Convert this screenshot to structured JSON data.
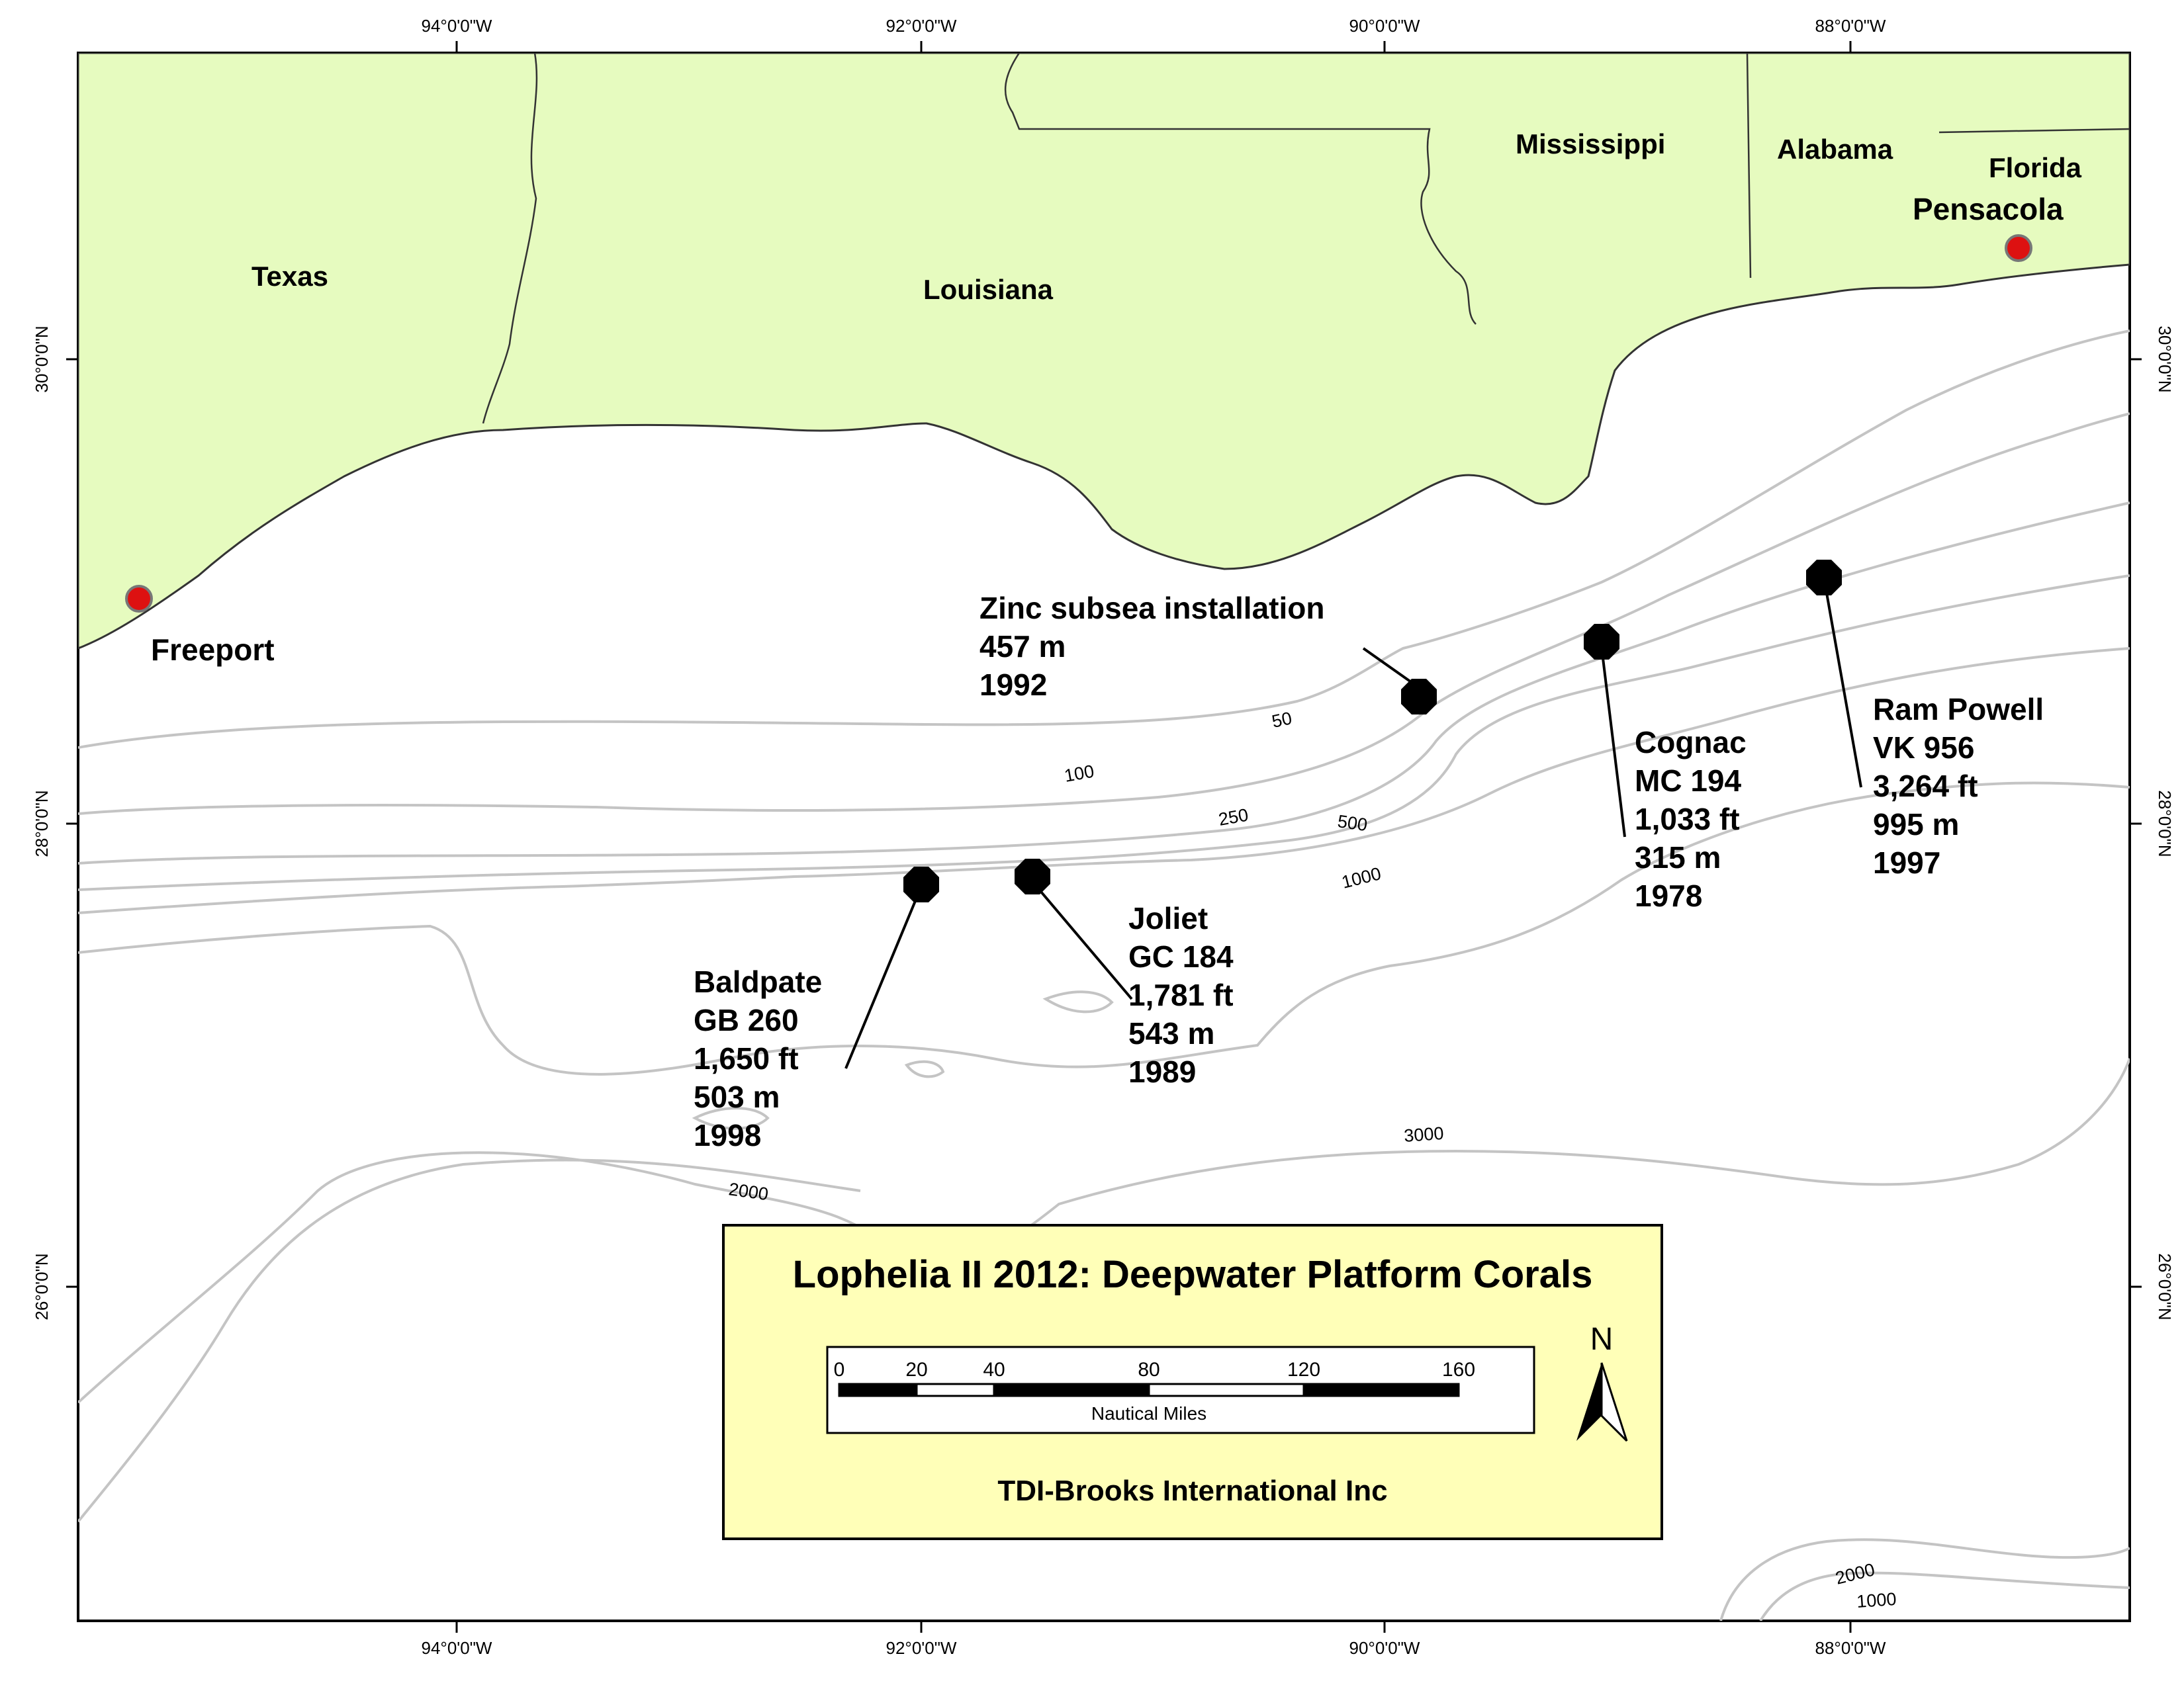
{
  "map": {
    "title": "Lophelia II 2012: Deepwater Platform Corals",
    "organization": "TDI-Brooks International Inc",
    "north_label": "N",
    "colors": {
      "land": "#e6fbbf",
      "legend_bg": "#ffffb8",
      "contour": "#c4c4c4",
      "city_marker": "#dd1111",
      "site_marker": "#000000"
    },
    "longitude_labels": [
      "94°0'0\"W",
      "92°0'0\"W",
      "90°0'0\"W",
      "88°0'0\"W"
    ],
    "latitude_labels": [
      "30°0'0\"N",
      "28°0'0\"N",
      "26°0'0\"N"
    ],
    "states": [
      "Texas",
      "Louisiana",
      "Mississippi",
      "Alabama",
      "Florida"
    ],
    "cities": [
      "Freeport",
      "Pensacola"
    ],
    "sites": [
      {
        "name": "Zinc subsea installation",
        "lines": [
          "Zinc subsea installation",
          "457 m",
          "1992"
        ]
      },
      {
        "name": "Cognac",
        "lines": [
          "Cognac",
          "MC 194",
          "1,033 ft",
          "315 m",
          "1978"
        ]
      },
      {
        "name": "Ram Powell",
        "lines": [
          "Ram Powell",
          "VK 956",
          "3,264 ft",
          "995 m",
          "1997"
        ]
      },
      {
        "name": "Joliet",
        "lines": [
          "Joliet",
          "GC 184",
          "1,781 ft",
          "543 m",
          "1989"
        ]
      },
      {
        "name": "Baldpate",
        "lines": [
          "Baldpate",
          "GB 260",
          "1,650 ft",
          "503 m",
          "1998"
        ]
      }
    ],
    "contour_labels": [
      "50",
      "100",
      "250",
      "500",
      "1000",
      "2000",
      "3000",
      "2000",
      "1000"
    ],
    "scale_bar": {
      "ticks": [
        "0",
        "20",
        "40",
        "80",
        "120",
        "160"
      ],
      "unit": "Nautical Miles"
    }
  }
}
